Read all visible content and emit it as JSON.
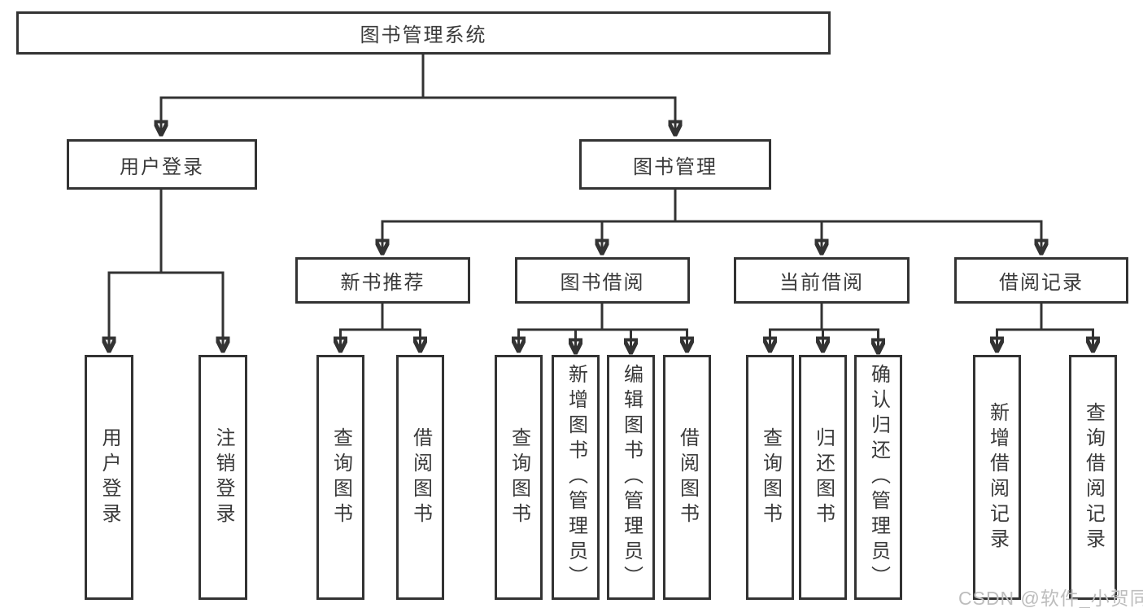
{
  "diagram": {
    "root": {
      "label": "图书管理系统"
    },
    "branches": [
      {
        "label": "用户登录",
        "children": [
          {
            "label": "用户登录"
          },
          {
            "label": "注销登录"
          }
        ]
      },
      {
        "label": "图书管理",
        "children": [
          {
            "label": "新书推荐",
            "children": [
              {
                "label": "查询图书"
              },
              {
                "label": "借阅图书"
              }
            ]
          },
          {
            "label": "图书借阅",
            "children": [
              {
                "label": "查询图书"
              },
              {
                "label": "新增图书（管理员）"
              },
              {
                "label": "编辑图书（管理员）"
              },
              {
                "label": "借阅图书"
              }
            ]
          },
          {
            "label": "当前借阅",
            "children": [
              {
                "label": "查询图书"
              },
              {
                "label": "归还图书"
              },
              {
                "label": "确认归还（管理员）"
              }
            ]
          },
          {
            "label": "借阅记录",
            "children": [
              {
                "label": "新增借阅记录"
              },
              {
                "label": "查询借阅记录"
              }
            ]
          }
        ]
      }
    ]
  },
  "watermark": {
    "text": "CSDN @软件_小贺同学"
  },
  "colors": {
    "line": "#333333",
    "text": "#3a3a3a",
    "background": "#ffffff",
    "watermark": "#bdbdbd"
  }
}
